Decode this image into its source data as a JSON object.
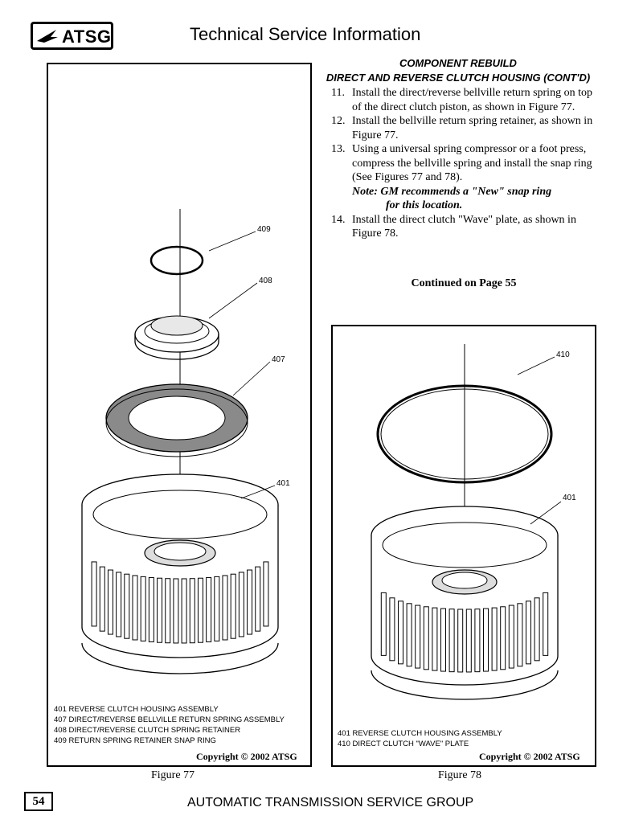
{
  "header": {
    "logo_text": "ATSG",
    "title": "Technical Service Information"
  },
  "section": {
    "title_line1": "COMPONENT REBUILD",
    "title_line2": "DIRECT AND REVERSE CLUTCH HOUSING (CONT'D)"
  },
  "steps": [
    {
      "num": "11.",
      "text": "Install the direct/reverse bellville return spring on top of the direct clutch piston, as shown in Figure 77."
    },
    {
      "num": "12.",
      "text": "Install the bellville return spring retainer, as shown in Figure 77."
    },
    {
      "num": "13.",
      "text": "Using a universal spring compressor or a foot press, compress the bellville spring and install the snap ring  (See Figures 77 and 78).",
      "note_line1": "Note:  GM recommends a \"New\" snap ring",
      "note_line2": "for this location."
    },
    {
      "num": "14.",
      "text": "Install the direct clutch \"Wave\" plate, as shown in Figure 78."
    }
  ],
  "continued": "Continued on Page 55",
  "figure77": {
    "callouts": {
      "c409": "409",
      "c408": "408",
      "c407": "407",
      "c401": "401"
    },
    "legend": [
      "401  REVERSE CLUTCH HOUSING ASSEMBLY",
      "407  DIRECT/REVERSE BELLVILLE RETURN SPRING ASSEMBLY",
      "408  DIRECT/REVERSE CLUTCH SPRING RETAINER",
      "409  RETURN SPRING RETAINER SNAP RING"
    ],
    "copyright": "Copyright © 2002 ATSG",
    "caption": "Figure 77"
  },
  "figure78": {
    "callouts": {
      "c410": "410",
      "c401": "401"
    },
    "legend": [
      "401  REVERSE CLUTCH HOUSING ASSEMBLY",
      "410  DIRECT CLUTCH \"WAVE\" PLATE"
    ],
    "copyright": "Copyright © 2002 ATSG",
    "caption": "Figure 78"
  },
  "page_number": "54",
  "footer": "AUTOMATIC TRANSMISSION SERVICE GROUP"
}
